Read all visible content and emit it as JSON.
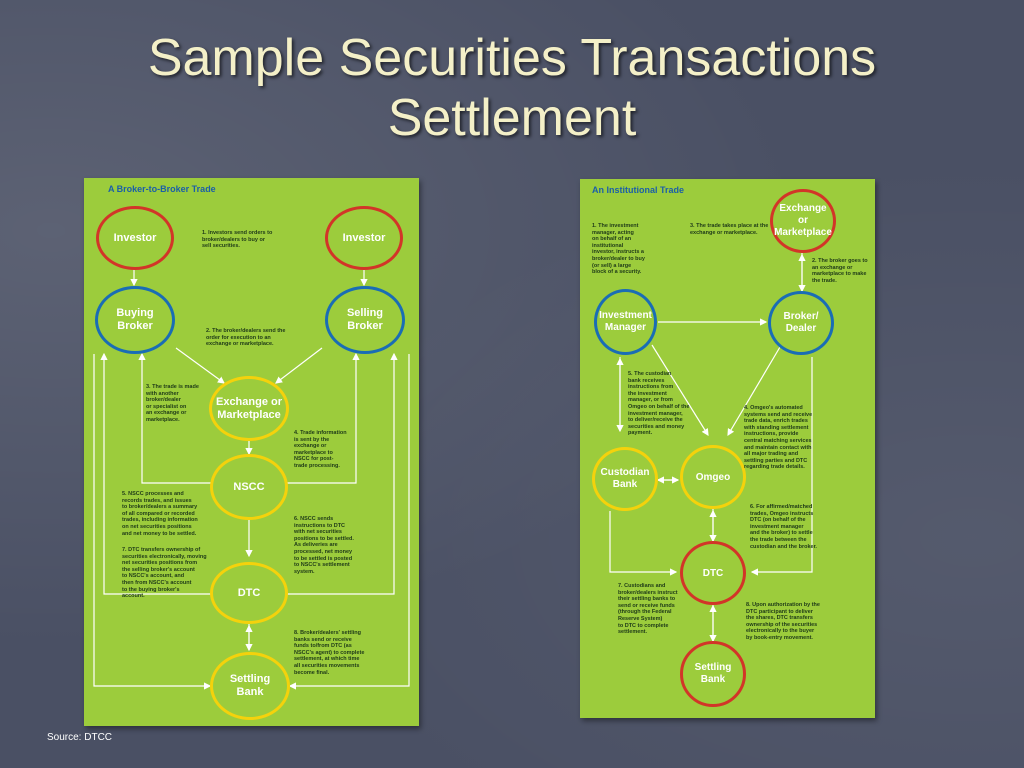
{
  "title": {
    "line1": "Sample Securities Transactions",
    "line2": "Settlement"
  },
  "source": "Source: DTCC",
  "colors": {
    "background": "#4a5064",
    "panel": "#9ccc3c",
    "title_text": "#f4f0c8",
    "red_ring": "#d23528",
    "blue_ring": "#1a6db5",
    "yellow_ring": "#f4d20c",
    "panel_heading": "#1b5fa8"
  },
  "left": {
    "heading": "A Broker-to-Broker Trade",
    "nodes": {
      "investor_left": "Investor",
      "investor_right": "Investor",
      "buying_broker": "Buying\nBroker",
      "selling_broker": "Selling\nBroker",
      "exchange": "Exchange or\nMarketplace",
      "nscc": "NSCC",
      "dtc": "DTC",
      "settling_bank": "Settling\nBank"
    },
    "notes": {
      "n1": "1. Investors send orders to\nbroker/dealers to buy or\nsell securities.",
      "n2": "2. The broker/dealers send the\norder for execution to an\nexchange or marketplace.",
      "n3": "3. The trade is made\nwith another\nbroker/dealer\nor specialist on\nan exchange or\nmarketplace.",
      "n4": "4. Trade information\nis sent by the\nexchange or\nmarketplace to\nNSCC for post-\ntrade processing.",
      "n5": "5. NSCC processes and\nrecords trades, and issues\nto broker/dealers a summary\nof all compared or recorded\ntrades, including information\non net securities positions\nand net money to be settled.",
      "n6a": "6. NSCC sends\ninstructions to DTC\nwith net securities\npositions to be settled.\nAs deliveries are\nprocessed, net money\nto be settled is posted\nto NSCC's settlement\nsystem.",
      "n7": "7. DTC transfers ownership of\nsecurities electronically, moving\nnet securities positions from\nthe selling broker's account\nto NSCC's account, and\nthen from NSCC's account\nto the buying broker's\naccount.",
      "n8": "8. Broker/dealers' settling\nbanks send or receive\nfunds to/from DTC (as\nNSCC's agent) to complete\nsettlement, at which time\nall securities movements\nbecome final."
    }
  },
  "right": {
    "heading": "An Institutional Trade",
    "nodes": {
      "exchange": "Exchange or\nMarketplace",
      "investment_manager": "Investment\nManager",
      "broker_dealer": "Broker/\nDealer",
      "custodian_bank": "Custodian\nBank",
      "omgeo": "Omgeo",
      "dtc": "DTC",
      "settling_bank": "Settling\nBank"
    },
    "notes": {
      "n1": "1. The investment\nmanager, acting\non behalf of an\ninstitutional\ninvestor, instructs a\nbroker/dealer to buy\n(or sell) a large\nblock of a security.",
      "n2": "2. The broker goes to\nan exchange or\nmarketplace to make\nthe trade.",
      "n3": "3. The trade takes place at the\nexchange or marketplace.",
      "n4": "4. Omgeo's automated\nsystems send and receive\ntrade data, enrich trades\nwith standing settlement\ninstructions, provide\ncentral matching services\nand maintain contact with\nall major trading and\nsettling parties and DTC\nregarding trade details.",
      "n5": "5. The custodian\nbank receives\ninstructions from\nthe investment\nmanager, or from\nOmgeo on behalf of the\ninvestment manager,\nto deliver/receive the\nsecurities and money\npayment.",
      "n6": "6. For affirmed/matched\ntrades, Omgeo instructs\nDTC (on behalf of the\ninvestment manager\nand the broker) to settle\nthe trade between the\ncustodian and the broker.",
      "n7": "7. Custodians and\nbroker/dealers instruct\ntheir settling banks to\nsend or receive funds\n(through the Federal\nReserve System)\nto DTC to complete\nsettlement.",
      "n8": "8. Upon authorization by the\nDTC participant to deliver\nthe shares, DTC transfers\nownership of the securities\nelectronically to the buyer\nby book-entry movement."
    }
  }
}
